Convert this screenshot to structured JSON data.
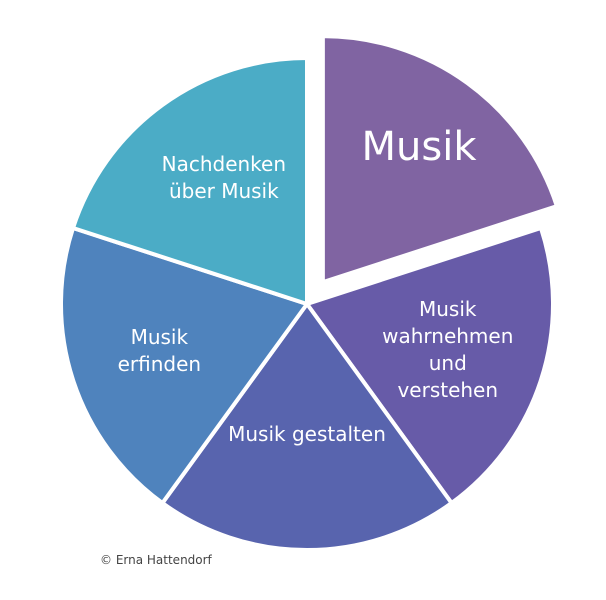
{
  "diagram": {
    "segments": [
      {
        "lines": [
          "Musik"
        ],
        "color": "#8064A2",
        "exploded": true
      },
      {
        "lines": [
          "Musik",
          "wahrnehmen",
          "und",
          "verstehen"
        ],
        "color": "#675BA8",
        "exploded": false
      },
      {
        "lines": [
          "Musik gestalten"
        ],
        "color": "#5864AE",
        "exploded": false
      },
      {
        "lines": [
          "Musik",
          "erfinden"
        ],
        "color": "#4F83BD",
        "exploded": false
      },
      {
        "lines": [
          "Nachdenken",
          "über Musik"
        ],
        "color": "#4BACC6",
        "exploded": false
      }
    ]
  },
  "copyright": "© Erna Hattendorf"
}
